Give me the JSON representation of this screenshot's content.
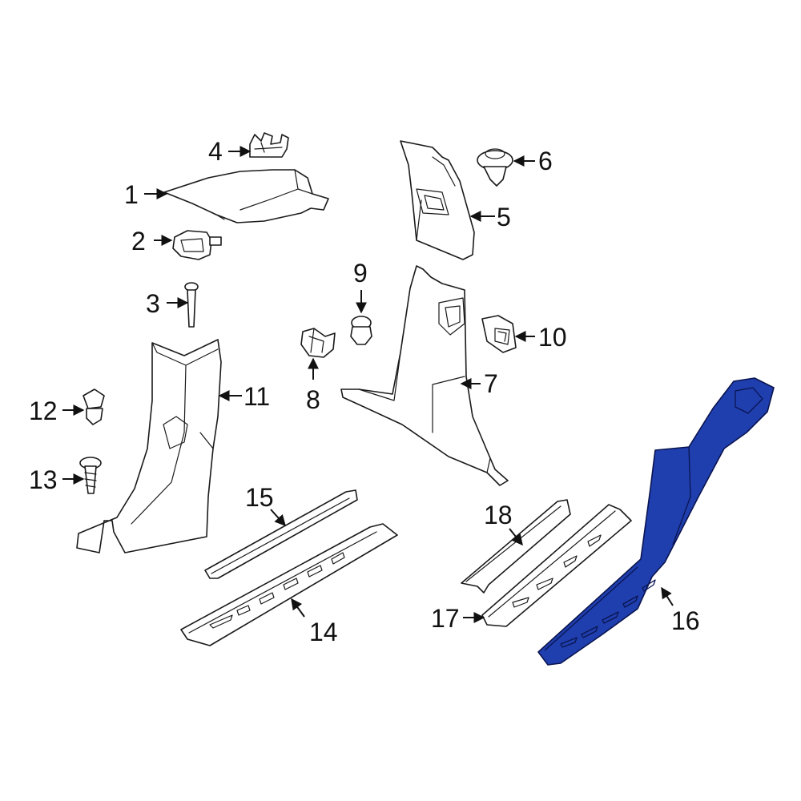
{
  "diagram": {
    "highlight_color": "#1f3fae",
    "callouts": {
      "c1": "1",
      "c2": "2",
      "c3": "3",
      "c4": "4",
      "c5": "5",
      "c6": "6",
      "c7": "7",
      "c8": "8",
      "c9": "9",
      "c10": "10",
      "c11": "11",
      "c12": "12",
      "c13": "13",
      "c14": "14",
      "c15": "15",
      "c16": "16",
      "c17": "17",
      "c18": "18"
    }
  }
}
